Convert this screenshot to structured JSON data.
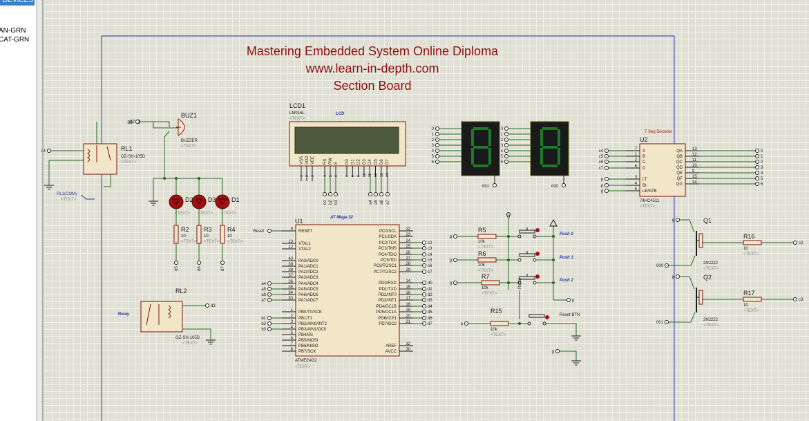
{
  "left_panel": {
    "header": "DEVICES",
    "items": [
      "AN-GRN",
      "CAT-GRN"
    ]
  },
  "sheet": {
    "title_lines": [
      "Mastering Embedded System Online Diploma",
      "www.learn-in-depth.com",
      "Section Board"
    ]
  },
  "components": {
    "lcd": {
      "ref": "LCD1",
      "part": "LM016L",
      "text": "<TEXT>",
      "label": "LCD",
      "pins": [
        "VSS",
        "VDD",
        "VEE",
        "RS",
        "RW",
        "E",
        "D0",
        "D1",
        "D2",
        "D3",
        "D4",
        "D5",
        "D6",
        "D7"
      ],
      "pin_nums": [
        "1",
        "2",
        "3",
        "4",
        "5",
        "6",
        "7",
        "8",
        "9",
        "10",
        "11",
        "12",
        "13",
        "14"
      ],
      "nets": [
        "b1",
        "b2",
        "b3",
        "a4",
        "a5",
        "a6",
        "a7"
      ]
    },
    "buzzer": {
      "ref": "BUZ1",
      "part": "BUZZER",
      "text": "<TEXT>",
      "net_a": "BZ",
      "net_b": "BZ"
    },
    "rl1": {
      "ref": "RL1",
      "part": "OZ-SH-105D",
      "text": "<TEXT>",
      "net": "d4",
      "com": "RL1(COM)",
      "com_text": "<TEXT>"
    },
    "rl2": {
      "ref": "RL2",
      "part": "OZ-SH-105D",
      "text": "<TEXT>",
      "net": "d3",
      "label": "Relay"
    },
    "leds": [
      {
        "ref": "D2",
        "text": "<TEXT>"
      },
      {
        "ref": "D3",
        "text": "<TEXT>"
      },
      {
        "ref": "D1",
        "text": "<TEXT>"
      }
    ],
    "resistors_low": [
      {
        "ref": "R2",
        "value": "10",
        "text": "<TEXT>",
        "net": "d5"
      },
      {
        "ref": "R3",
        "value": "10",
        "text": "<TEXT>",
        "net": "d6"
      },
      {
        "ref": "R4",
        "value": "10",
        "text": "<TEXT>",
        "net": "d7"
      }
    ],
    "mcu": {
      "ref": "U1",
      "part": "ATMEGA32",
      "text": "<TEXT>",
      "label": "AT Mega 32",
      "reset_net": "Reset",
      "left_pins": [
        {
          "num": "9",
          "name": "RESET"
        },
        {
          "num": "13",
          "name": "XTAL1"
        },
        {
          "num": "12",
          "name": "XTAL2"
        },
        {
          "num": "40",
          "name": "PA0/ADC0"
        },
        {
          "num": "39",
          "name": "PA1/ADC1"
        },
        {
          "num": "38",
          "name": "PA2/ADC2"
        },
        {
          "num": "37",
          "name": "PA3/ADC3"
        },
        {
          "num": "36",
          "name": "PA4/ADC4",
          "net": "a4"
        },
        {
          "num": "35",
          "name": "PA5/ADC5",
          "net": "a5"
        },
        {
          "num": "34",
          "name": "PA6/ADC6",
          "net": "a6"
        },
        {
          "num": "33",
          "name": "PA7/ADC7",
          "net": "a7"
        },
        {
          "num": "1",
          "name": "PB0/T0/XCK"
        },
        {
          "num": "2",
          "name": "PB1/T1",
          "net": "b1"
        },
        {
          "num": "3",
          "name": "PB2/AIN0/INT2",
          "net": "b2"
        },
        {
          "num": "4",
          "name": "PB3/AIN1/OC0",
          "net": "b3"
        },
        {
          "num": "5",
          "name": "PB4/SS"
        },
        {
          "num": "6",
          "name": "PB5/MOSI"
        },
        {
          "num": "7",
          "name": "PB6/MISO"
        },
        {
          "num": "8",
          "name": "PB7/SCK"
        }
      ],
      "right_pins": [
        {
          "num": "22",
          "name": "PC0/SCL"
        },
        {
          "num": "23",
          "name": "PC1/SDA"
        },
        {
          "num": "24",
          "name": "PC2/TCK",
          "net": "c2"
        },
        {
          "num": "25",
          "name": "PC3/TMS",
          "net": "c3"
        },
        {
          "num": "26",
          "name": "PC4/TDO",
          "net": "c4"
        },
        {
          "num": "27",
          "name": "PC5/TDI",
          "net": "c5"
        },
        {
          "num": "28",
          "name": "PC6/TOSC1",
          "net": "c6"
        },
        {
          "num": "29",
          "name": "PC7/TOSC2",
          "net": "c7"
        },
        {
          "num": "14",
          "name": "PD0/RXD",
          "net": "d0"
        },
        {
          "num": "15",
          "name": "PD1/TXD",
          "net": "d1"
        },
        {
          "num": "16",
          "name": "PD2/INT0",
          "net": "d2"
        },
        {
          "num": "17",
          "name": "PD3/INT1",
          "net": "d3"
        },
        {
          "num": "18",
          "name": "PD4/OC1B",
          "net": "d4"
        },
        {
          "num": "19",
          "name": "PD5/OC1A",
          "net": "d5"
        },
        {
          "num": "20",
          "name": "PD6/ICP1",
          "net": "d6"
        },
        {
          "num": "21",
          "name": "PD7/OC2",
          "net": "d7"
        },
        {
          "num": "32",
          "name": "AREF"
        },
        {
          "num": "30",
          "name": "AVCC"
        }
      ]
    },
    "seven_seg": [
      {
        "inputs": [
          "0",
          "1",
          "2",
          "3",
          "4",
          "5",
          "6"
        ],
        "common": "001"
      },
      {
        "inputs": [
          "0",
          "1",
          "2",
          "3",
          "4",
          "5",
          "6"
        ],
        "common": "000"
      }
    ],
    "decoder": {
      "ref": "U2",
      "part": "74HC4511",
      "text": "<TEXT>",
      "label": "7 Seg Decoder",
      "in_nets": [
        "c4",
        "c5",
        "c6",
        "c7"
      ],
      "in_pins": [
        {
          "num": "7",
          "name": "A"
        },
        {
          "num": "1",
          "name": "B"
        },
        {
          "num": "2",
          "name": "C"
        },
        {
          "num": "6",
          "name": "D"
        }
      ],
      "ctl_nets": [
        "p",
        "p",
        "g"
      ],
      "ctl_pins": [
        {
          "num": "3",
          "name": "LT"
        },
        {
          "num": "4",
          "name": "BI"
        },
        {
          "num": "5",
          "name": "LE/STB"
        }
      ],
      "out_pins": [
        {
          "num": "13",
          "name": "QA",
          "net": "0"
        },
        {
          "num": "12",
          "name": "QB",
          "net": "1"
        },
        {
          "num": "11",
          "name": "QC",
          "net": "2"
        },
        {
          "num": "10",
          "name": "QD",
          "net": "3"
        },
        {
          "num": "9",
          "name": "QE",
          "net": "4"
        },
        {
          "num": "15",
          "name": "QF",
          "net": "5"
        },
        {
          "num": "14",
          "name": "QG",
          "net": "6"
        }
      ]
    },
    "buttons": [
      {
        "ref": "R5",
        "value": "10k",
        "text": "<TEXT>",
        "label": "Push 0",
        "in_net": "g"
      },
      {
        "ref": "R6",
        "value": "10k",
        "text": "<TEXT>",
        "label": "Push 1",
        "in_net": "g"
      },
      {
        "ref": "R7",
        "value": "10k",
        "text": "<TEXT>",
        "label": "Push 2",
        "in_net": "g"
      }
    ],
    "button_nets": {
      "top": "d0",
      "mid": "d1",
      "mid2": "d2",
      "reset_v": "Reset",
      "out": "p"
    },
    "reset_btn": {
      "ref": "R15",
      "value": "10k",
      "text": "<TEXT>",
      "label": "Reset BTN",
      "in_net": "p"
    },
    "ground_net": "g",
    "transistors": [
      {
        "ref": "Q1",
        "part": "2N2222",
        "text": "<TEXT>",
        "base_net": "000",
        "emitter_net": "g",
        "r_ref": "R16",
        "r_val": "10",
        "r_text": "<TEXT>",
        "out_net": "c2"
      },
      {
        "ref": "Q2",
        "part": "2N2222",
        "text": "<TEXT>",
        "base_net": "001",
        "emitter_net": "g",
        "r_ref": "R17",
        "r_val": "10",
        "r_text": "<TEXT>",
        "out_net": "c3"
      }
    ]
  }
}
